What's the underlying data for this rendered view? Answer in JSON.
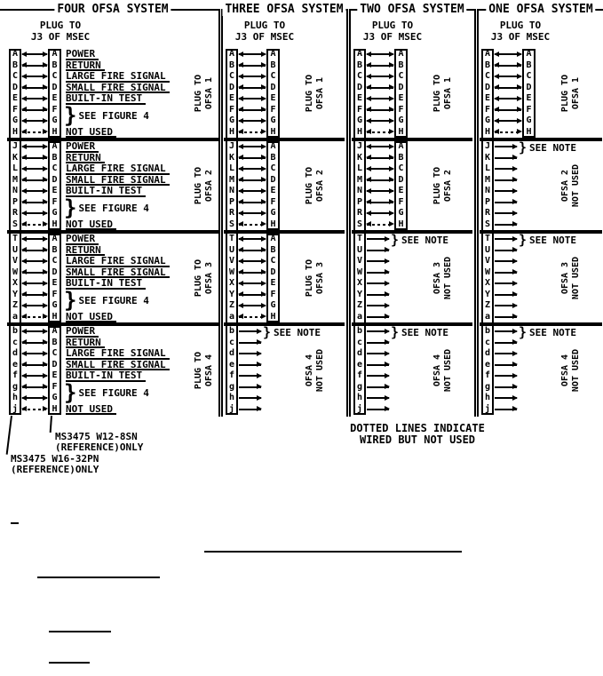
{
  "diagram": {
    "panels": [
      {
        "title": "FOUR OFSA SYSTEM",
        "header": [
          "PLUG TO",
          "J3 OF MSEC"
        ],
        "detailed": true,
        "groups": [
          {
            "type": "wired",
            "rot": [
              "PLUG TO",
              "OFSA 1"
            ]
          },
          {
            "type": "wired",
            "rot": [
              "PLUG TO",
              "OFSA 2"
            ]
          },
          {
            "type": "wired",
            "rot": [
              "PLUG TO",
              "OFSA 3"
            ]
          },
          {
            "type": "wired",
            "rot": [
              "PLUG TO",
              "OFSA 4"
            ]
          }
        ]
      },
      {
        "title": "THREE OFSA SYSTEM",
        "header": [
          "PLUG TO",
          "J3 OF MSEC"
        ],
        "detailed": false,
        "groups": [
          {
            "type": "wired",
            "rot": [
              "PLUG TO",
              "OFSA 1"
            ]
          },
          {
            "type": "wired",
            "rot": [
              "PLUG TO",
              "OFSA 2"
            ]
          },
          {
            "type": "wired",
            "rot": [
              "PLUG TO",
              "OFSA 3"
            ]
          },
          {
            "type": "note",
            "note": "SEE NOTE",
            "rot": [
              "OFSA 4",
              "NOT USED"
            ]
          }
        ]
      },
      {
        "title": "TWO OFSA SYSTEM",
        "header": [
          "PLUG TO",
          "J3 OF MSEC"
        ],
        "detailed": false,
        "groups": [
          {
            "type": "wired",
            "rot": [
              "PLUG TO",
              "OFSA 1"
            ]
          },
          {
            "type": "wired",
            "rot": [
              "PLUG TO",
              "OFSA 2"
            ]
          },
          {
            "type": "note",
            "note": "SEE NOTE",
            "rot": [
              "OFSA 3",
              "NOT USED"
            ]
          },
          {
            "type": "note",
            "note": "SEE NOTE",
            "rot": [
              "OFSA 4",
              "NOT USED"
            ]
          }
        ]
      },
      {
        "title": "ONE OFSA SYSTEM",
        "header": [
          "PLUG TO",
          "J3 OF MSEC"
        ],
        "detailed": false,
        "groups": [
          {
            "type": "wired",
            "rot": [
              "PLUG TO",
              "OFSA 1"
            ]
          },
          {
            "type": "note",
            "note": "SEE NOTE",
            "rot": [
              "OFSA 2",
              "NOT USED"
            ]
          },
          {
            "type": "note",
            "note": "SEE NOTE",
            "rot": [
              "OFSA 3",
              "NOT USED"
            ]
          },
          {
            "type": "note",
            "note": "SEE NOTE",
            "rot": [
              "OFSA 4",
              "NOT USED"
            ]
          }
        ]
      }
    ],
    "msec_pin_groups": [
      [
        "A",
        "B",
        "C",
        "D",
        "E",
        "F",
        "G",
        "H"
      ],
      [
        "J",
        "K",
        "L",
        "M",
        "N",
        "P",
        "R",
        "S"
      ],
      [
        "T",
        "U",
        "V",
        "W",
        "X",
        "Y",
        "Z",
        "a"
      ],
      [
        "b",
        "c",
        "d",
        "e",
        "f",
        "g",
        "h",
        "j"
      ]
    ],
    "ofsa_pins": [
      "A",
      "B",
      "C",
      "D",
      "E",
      "F",
      "G",
      "H"
    ],
    "signals": [
      {
        "pin": "A",
        "label": "POWER"
      },
      {
        "pin": "B",
        "label": "RETURN"
      },
      {
        "pin": "C",
        "label": "LARGE FIRE SIGNAL"
      },
      {
        "pin": "D",
        "label": "SMALL FIRE SIGNAL"
      },
      {
        "pin": "E",
        "label": "BUILT-IN TEST"
      },
      {
        "pin": "F",
        "label": null
      },
      {
        "pin": "G",
        "label": null
      },
      {
        "pin": "H",
        "label": "NOT USED"
      }
    ],
    "figure_note": "SEE FIGURE 4",
    "brace_glyph": "}",
    "annotations": {
      "dotted_note": [
        "DOTTED LINES INDICATE",
        "WIRED BUT NOT USED"
      ],
      "ref_plug": [
        "MS3475 W12-8SN",
        "(REFERENCE)ONLY"
      ],
      "ref_receptacle": [
        "MS3475 W16-32PN",
        "(REFERENCE)ONLY"
      ]
    },
    "colors": {
      "ink": "#000000",
      "paper": "#ffffff"
    }
  }
}
